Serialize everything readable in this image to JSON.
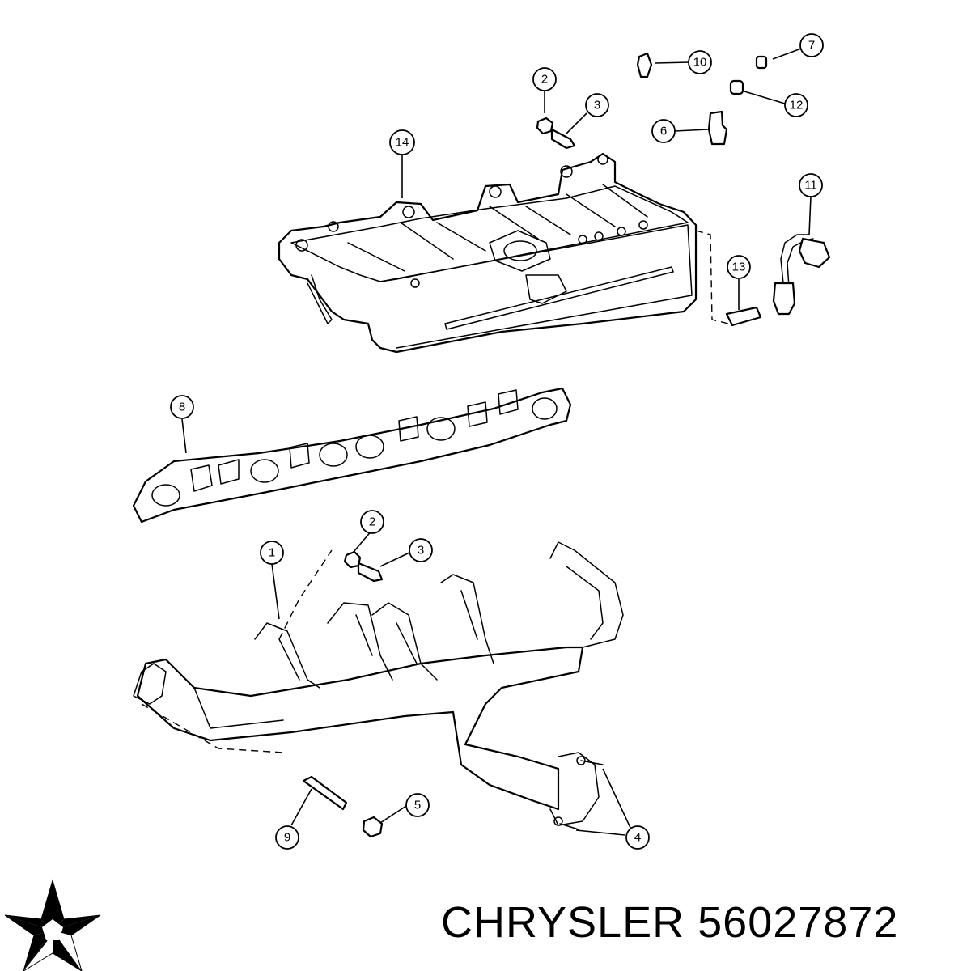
{
  "brand": "CHRYSLER",
  "part_number": "56027872",
  "callouts": [
    {
      "id": "callout-1",
      "label": "1"
    },
    {
      "id": "callout-2-top",
      "label": "2"
    },
    {
      "id": "callout-2-bottom",
      "label": "2"
    },
    {
      "id": "callout-3-top",
      "label": "3"
    },
    {
      "id": "callout-3-bottom",
      "label": "3"
    },
    {
      "id": "callout-4",
      "label": "4"
    },
    {
      "id": "callout-5",
      "label": "5"
    },
    {
      "id": "callout-6",
      "label": "6"
    },
    {
      "id": "callout-7",
      "label": "7"
    },
    {
      "id": "callout-8",
      "label": "8"
    },
    {
      "id": "callout-9",
      "label": "9"
    },
    {
      "id": "callout-10",
      "label": "10"
    },
    {
      "id": "callout-11",
      "label": "11"
    },
    {
      "id": "callout-12",
      "label": "12"
    },
    {
      "id": "callout-13",
      "label": "13"
    },
    {
      "id": "callout-14",
      "label": "14"
    }
  ],
  "logo": {
    "icon": "chrysler-pentastar-logo-icon",
    "color": "#000000"
  }
}
